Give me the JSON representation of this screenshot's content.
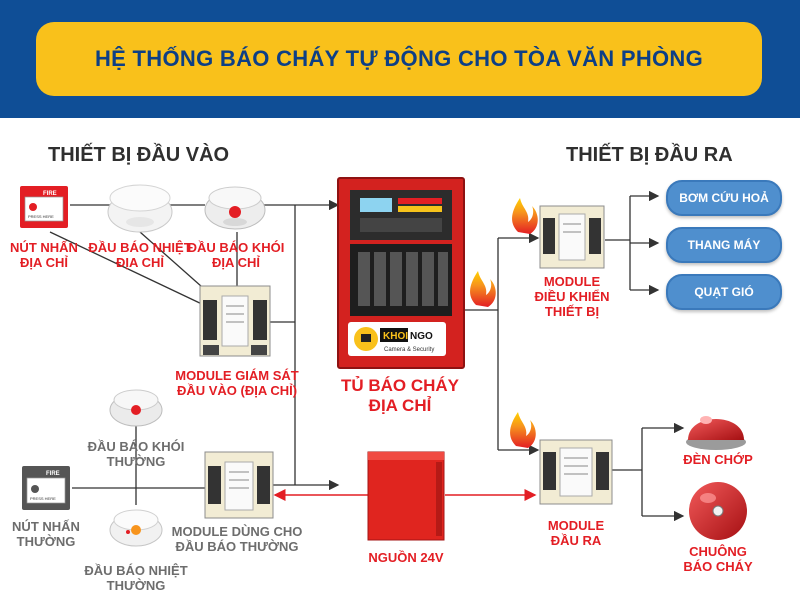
{
  "title": "HỆ THỐNG BÁO CHÁY TỰ ĐỘNG CHO TÒA VĂN PHÒNG",
  "sections": {
    "input": "THIẾT BỊ ĐẦU VÀO",
    "output": "THIẾT BỊ ĐẦU RA"
  },
  "labels": {
    "nut_nhan_dia_chi": "NÚT NHẤN\nĐỊA CHỈ",
    "dau_bao_nhiet_dia_chi": "ĐẦU BÁO NHIỆT\nĐỊA CHỈ",
    "dau_bao_khoi_dia_chi": "ĐẦU BÁO KHÓI\nĐỊA CHỈ",
    "module_giam_sat": "MODULE GIÁM SÁT\nĐẦU VÀO (ĐỊA CHỈ)",
    "dau_bao_khoi_thuong": "ĐẦU BÁO KHÓI\nTHƯỜNG",
    "nut_nhan_thuong": "NÚT NHẤN\nTHƯỜNG",
    "module_dung_cho": "MODULE DÙNG CHO\nĐẦU BÁO THƯỜNG",
    "dau_bao_nhiet_thuong": "ĐẦU BÁO NHIỆT\nTHƯỜNG",
    "tu_bao_chay": "TỦ BÁO CHÁY\nĐỊA CHỈ",
    "nguon": "NGUỒN 24V",
    "module_dieu_khien": "MODULE\nĐIỀU KHIỂN\nTHIẾT BỊ",
    "module_dau_ra": "MODULE\nĐẦU RA",
    "den_chop": "ĐÈN CHỚP",
    "chuong": "CHUÔNG\nBÁO CHÁY"
  },
  "outputs": {
    "bom": "BƠM CỨU HOẢ",
    "thang_may": "THANG MÁY",
    "quat_gio": "QUẠT GIÓ"
  },
  "device_text": {
    "fire": "FIRE",
    "press_here": "PRESS HERE"
  },
  "logo": {
    "name_a": "KHOI",
    "name_b": "NGO",
    "tagline": "Camera & Security"
  },
  "colors": {
    "header_bg": "#0f4e96",
    "title_bg": "#f9c11b",
    "title_text": "#0d3f86",
    "accent_red": "#e31e24",
    "pill_blue": "#4f8fce"
  }
}
